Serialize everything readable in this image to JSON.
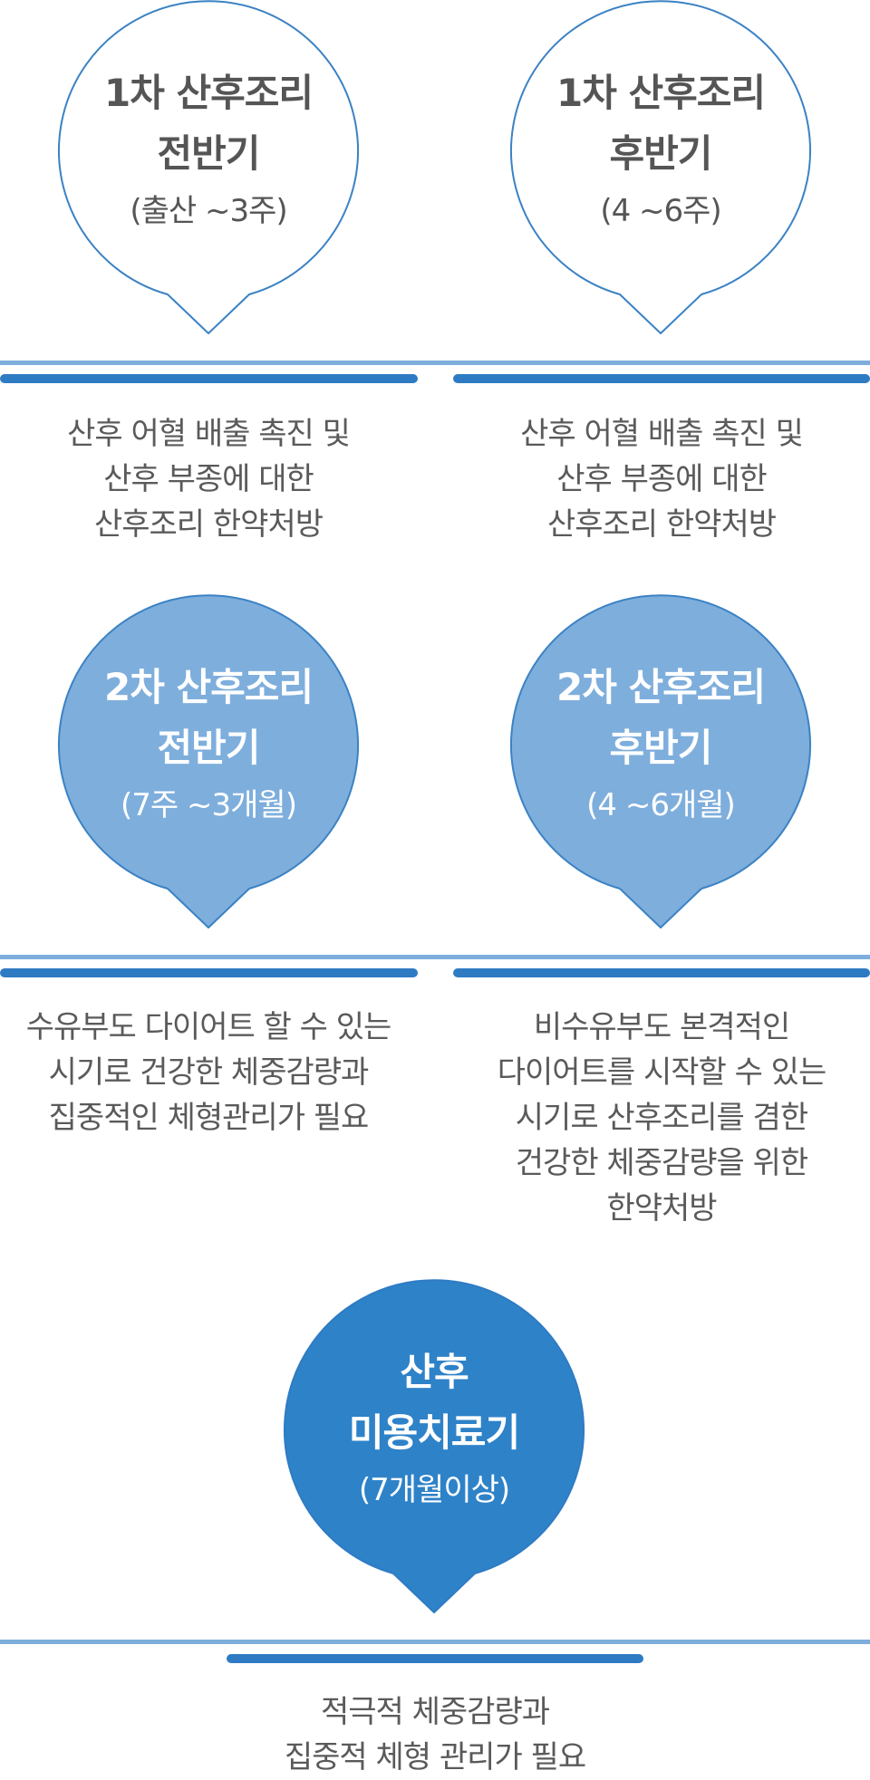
{
  "stages": [
    {
      "id": "s1a",
      "title": "1차 산후조리\n전반기",
      "period": "(출산 ~3주)",
      "description": "산후 어혈 배출 촉진 및\n산후 부종에 대한\n산후조리 한약처방"
    },
    {
      "id": "s1b",
      "title": "1차 산후조리\n후반기",
      "period": "(4 ~6주)",
      "description": "산후 어혈 배출 촉진 및\n산후 부종에 대한\n산후조리 한약처방"
    },
    {
      "id": "s2a",
      "title": "2차 산후조리\n전반기",
      "period": "(7주 ~3개월)",
      "description": "수유부도 다이어트 할 수 있는\n시기로 건강한 체중감량과\n집중적인 체형관리가 필요"
    },
    {
      "id": "s2b",
      "title": "2차 산후조리\n후반기",
      "period": "(4 ~6개월)",
      "description": "비수유부도 본격적인\n다이어트를 시작할 수 있는\n시기로 산후조리를 겸한\n건강한  체중감량을 위한\n한약처방"
    },
    {
      "id": "s3",
      "title": "산후\n미용치료기",
      "period": "(7개월이상)",
      "description": "적극적 체중감량과\n집중적 체형 관리가 필요"
    }
  ],
  "colors": {
    "outline_bubble_stroke": "#3b82c4",
    "light_bubble_fill": "#7eaedc",
    "dark_bubble_fill": "#2e82c8",
    "thin_line": "#7eaedc",
    "thick_line": "#2e7bc4",
    "text_gray": "#5a5a5a"
  }
}
